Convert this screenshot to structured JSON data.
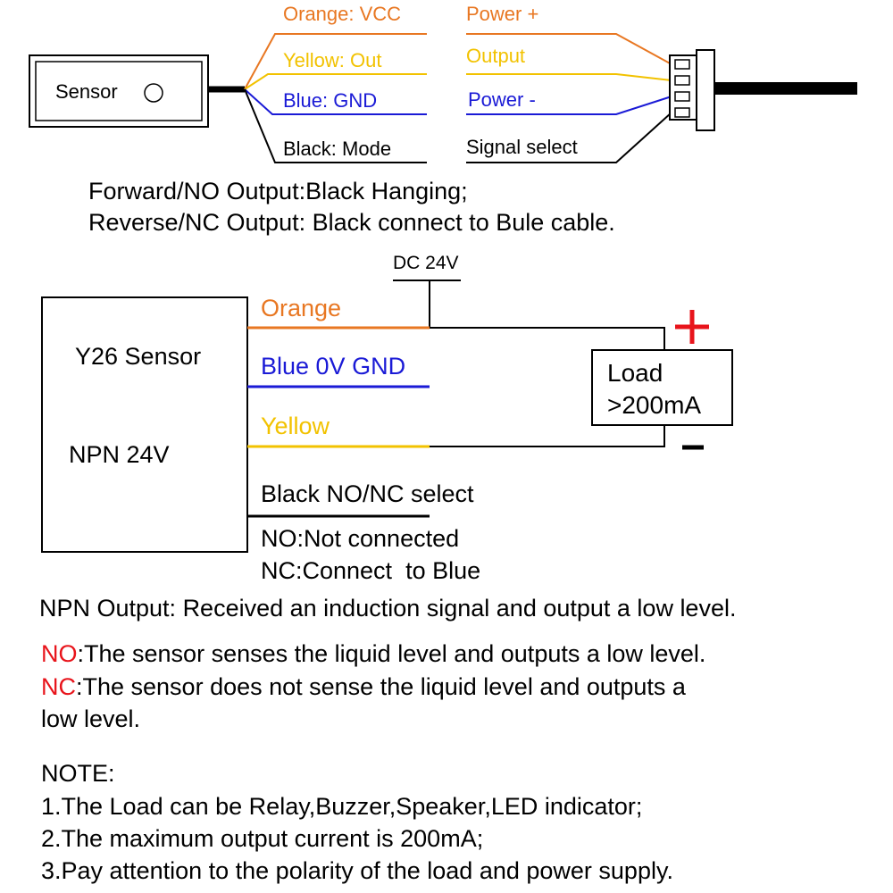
{
  "colors": {
    "orange": "#e87722",
    "yellow": "#f2c200",
    "blue": "#1a1ad6",
    "black": "#000000",
    "red": "#e8141b"
  },
  "wiring": {
    "sensor_label": "Sensor",
    "wires": [
      {
        "label": "Orange: VCC",
        "function": "Power +",
        "color": "orange"
      },
      {
        "label": "Yellow: Out",
        "function": "Output",
        "color": "yellow"
      },
      {
        "label": "Blue: GND",
        "function": "Power -",
        "color": "blue"
      },
      {
        "label": "Black: Mode",
        "function": "Signal select",
        "color": "black"
      }
    ],
    "note_line1": "Forward/NO Output:Black Hanging;",
    "note_line2": "Reverse/NC Output: Black connect to Bule cable."
  },
  "circuit": {
    "supply_label": "DC 24V",
    "sensor_name": "Y26 Sensor",
    "sensor_type": "NPN 24V",
    "wire_orange": "Orange",
    "wire_blue": "Blue 0V GND",
    "wire_yellow": "Yellow",
    "wire_black": "Black NO/NC select",
    "no_hint": "NO:Not connected",
    "nc_hint": "NC:Connect  to Blue",
    "load_line1": "Load",
    "load_line2": ">200mA",
    "plus_sign": "+",
    "minus_sign": "-"
  },
  "description": {
    "npn_output": "NPN Output: Received an induction signal and output a low level.",
    "no_tag": "NO",
    "no_text": ":The sensor senses the liquid level and outputs a low level.",
    "nc_tag": "NC",
    "nc_text_line1": ":The sensor does not sense the liquid level and outputs a",
    "nc_text_line2": "low level."
  },
  "notes": {
    "heading": "NOTE:",
    "items": [
      "1.The Load can be Relay,Buzzer,Speaker,LED indicator;",
      "2.The maximum output current is 200mA;",
      "3.Pay attention to the polarity of the load and power supply."
    ]
  }
}
